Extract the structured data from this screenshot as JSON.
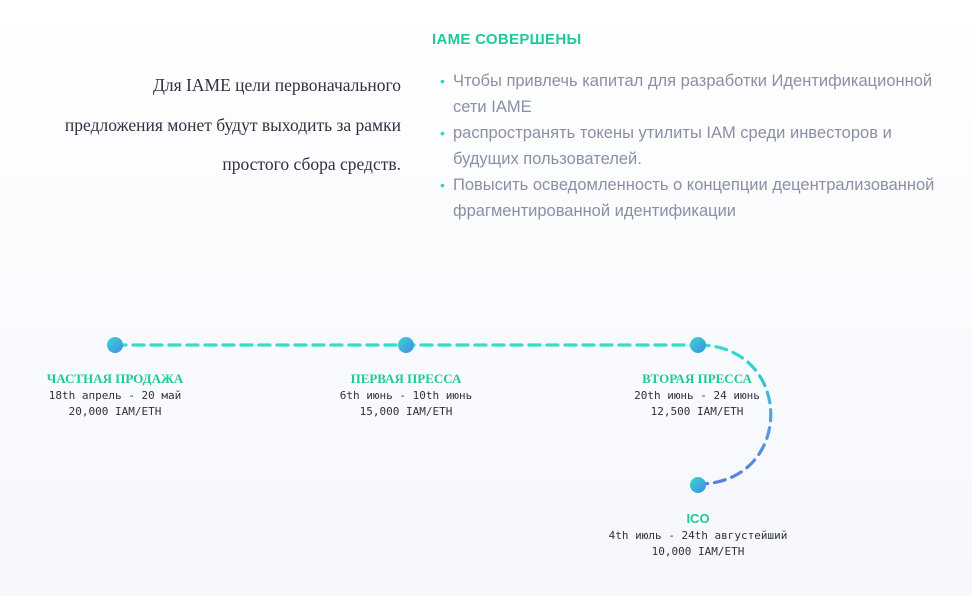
{
  "section": {
    "title": "IAME СОВЕРШЕНЫ",
    "intro": "Для IAME цели первоначального предложения монет будут выходить за рамки простого сбора средств.",
    "goals": [
      "Чтобы привлечь капитал для разработки Идентификационной сети IAME",
      "распространять токены утилиты IAM среди инвесторов и будущих пользователей.",
      "Повысить осведомленность о концепции децентрализованной фрагментированной идентификации"
    ]
  },
  "timeline": {
    "stages": [
      {
        "name": "ЧАСТНАЯ ПРОДАЖА",
        "dates": "18th апрель - 20 май",
        "rate": "20,000 IAM/ETH"
      },
      {
        "name": "ПЕРВАЯ ПРЕССА",
        "dates": "6th июнь - 10th июнь",
        "rate": "15,000 IAM/ETH"
      },
      {
        "name": "ВТОРАЯ ПРЕССА",
        "dates": "20th июнь - 24 июнь",
        "rate": "12,500 IAM/ETH"
      },
      {
        "name": "ICO",
        "dates": "4th июль - 24th августейший",
        "rate": "10,000 IAM/ETH"
      }
    ]
  },
  "colors": {
    "accent": "#20c997",
    "dash_top": "#2ee0c8",
    "dash_bottom": "#5b7fdc",
    "node": "#3aa6e6"
  }
}
